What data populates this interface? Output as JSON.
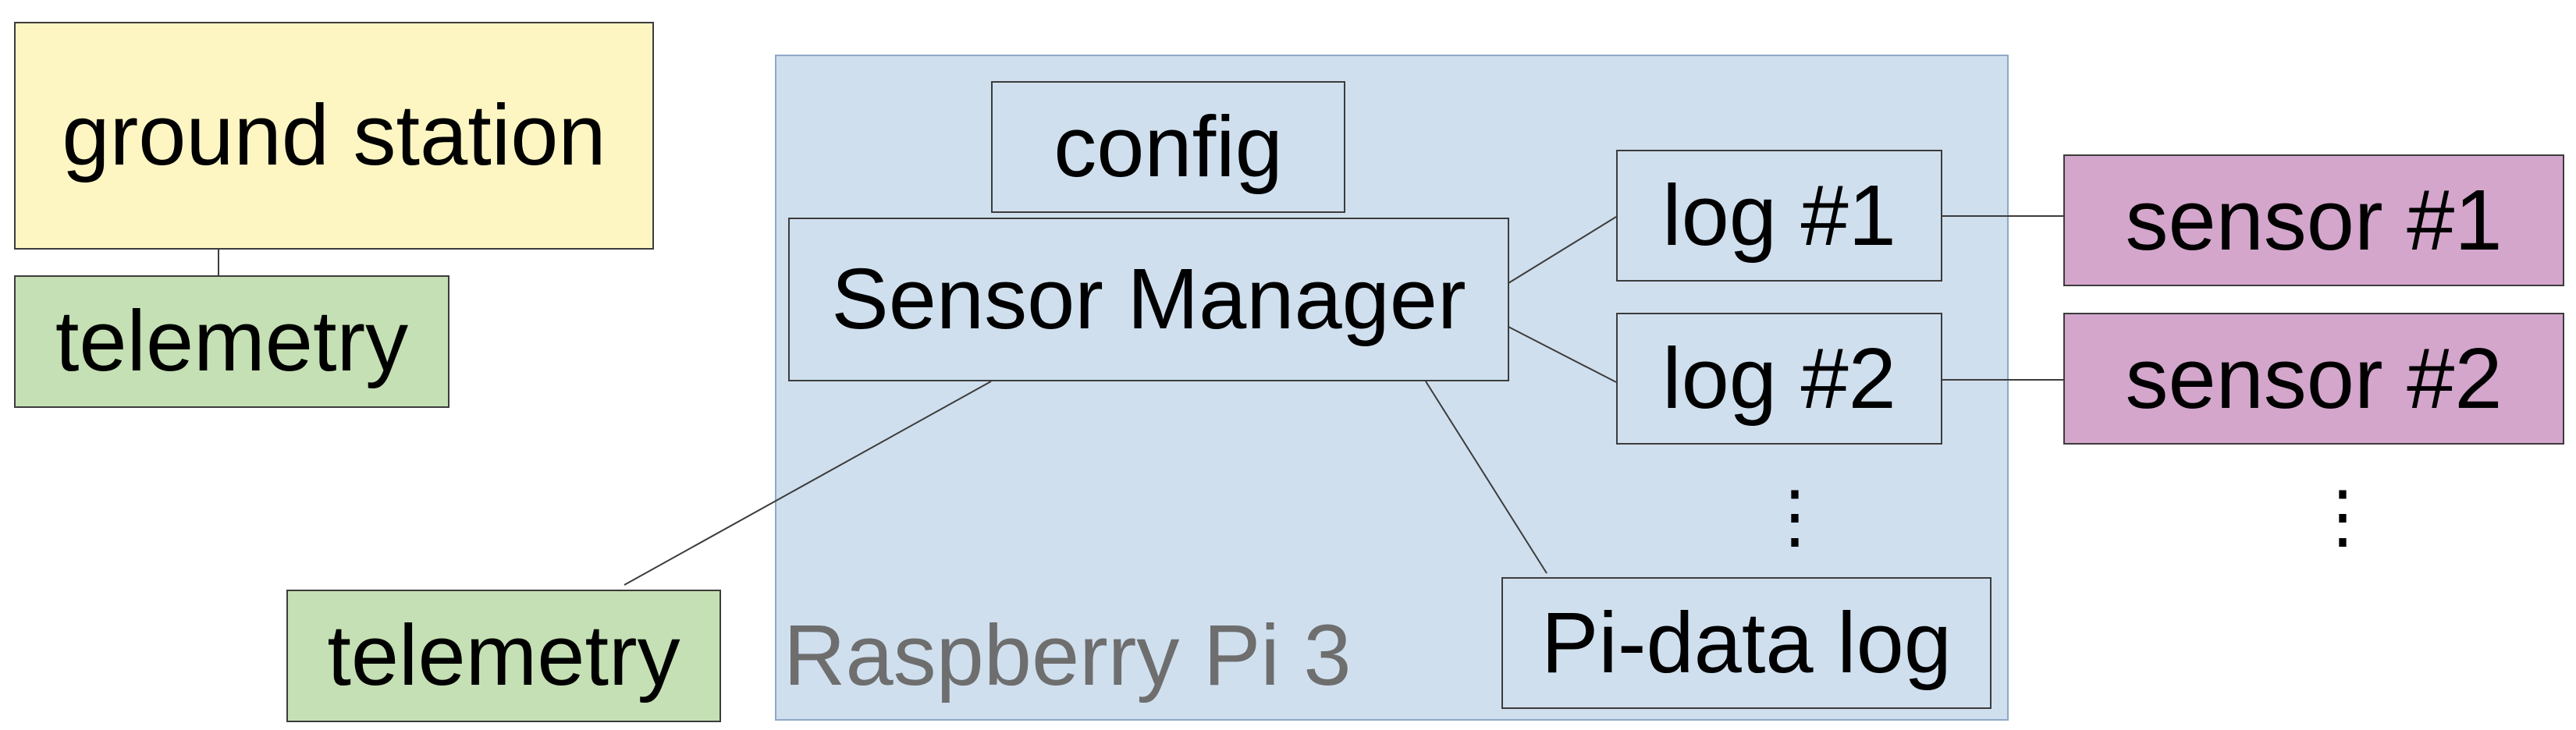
{
  "nodes": {
    "ground_station": "ground station",
    "telemetry_top": "telemetry",
    "telemetry_bottom": "telemetry",
    "config": "config",
    "sensor_manager": "Sensor Manager",
    "log1": "log #1",
    "log2": "log #2",
    "pi_data_log": "Pi-data log",
    "sensor1": "sensor #1",
    "sensor2": "sensor #2"
  },
  "container": {
    "label": "Raspberry Pi 3"
  },
  "ellipsis": {
    "logs": "⋮",
    "sensors": "⋮"
  },
  "colors": {
    "ground_station": "#fdf6c3",
    "telemetry": "#c5e0b4",
    "raspberry_pi": "#cfdfee",
    "sensor": "#d4a6cc"
  }
}
